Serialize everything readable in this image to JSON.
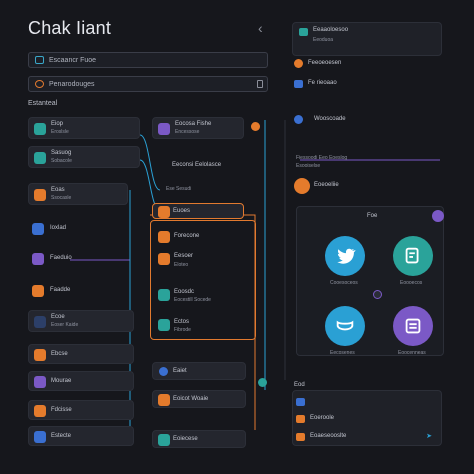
{
  "app": {
    "title": "Chak Iiant",
    "back_glyph": "‹",
    "search_placeholder": "Escaancr Fuoe",
    "filter_value": "Penarodouges",
    "section_label": "Estanteal"
  },
  "left_list": [
    {
      "label": "Eiop",
      "sub": "Eroslsle",
      "color": "#2aa39a"
    },
    {
      "label": "Sasuog",
      "sub": "Sobacole",
      "color": "#2aa39a"
    },
    {
      "label": "Eoas",
      "sub": "Ssocasle",
      "color": "#e47b2c"
    },
    {
      "label": "Ioxlad",
      "sub": "",
      "color": "#3a6fd1"
    },
    {
      "label": "Faeduio",
      "sub": "",
      "color": "#7b59c6"
    },
    {
      "label": "Faadde",
      "sub": "",
      "color": "#e47b2c"
    },
    {
      "label": "Ecoe",
      "sub": "Eoser Kaide",
      "color": "#2c3f68"
    },
    {
      "label": "Ebcse",
      "sub": "",
      "color": "#e47b2c"
    },
    {
      "label": "Mourae",
      "sub": "",
      "color": "#7b59c6"
    },
    {
      "label": "Fdcisse",
      "sub": "",
      "color": "#e47b2c"
    },
    {
      "label": "Estecte",
      "sub": "",
      "color": "#3a6fd1"
    }
  ],
  "mid_list": [
    {
      "label": "Eocosa Fishe",
      "sub": "Encessose",
      "color": "#7b59c6"
    },
    {
      "label": "Eeconsi Eelolasce",
      "sub": "",
      "color": "#e47b2c"
    },
    {
      "label": "Ese Sesudi",
      "sub": "",
      "color": "#2aa39a"
    },
    {
      "label": "Euoes",
      "sub": "",
      "color": "#e47b2c"
    },
    {
      "label": "Forecone",
      "sub": "",
      "color": "#e47b2c"
    },
    {
      "label": "Eesoer",
      "sub": "Eloteo",
      "color": "#e47b2c"
    },
    {
      "label": "Eoosdc",
      "sub": "Eocestill Socede",
      "color": "#2aa39a"
    },
    {
      "label": "Ectos",
      "sub": "Fibrode",
      "color": "#2aa39a"
    },
    {
      "label": "Eaiet",
      "sub": "",
      "color": "#3a6fd1"
    },
    {
      "label": "Eoicot Woaie",
      "sub": "",
      "color": "#e47b2c"
    },
    {
      "label": "Eoiecese",
      "sub": "",
      "color": "#2aa39a"
    }
  ],
  "right_top": [
    {
      "label": "Eeaaoloesoo",
      "sub": "Eeoduoa",
      "color": "#2aa39a"
    },
    {
      "label": "Feeoeoesen",
      "color": "#e47b2c"
    },
    {
      "label": "Fe rieoaao",
      "color": "#3a6fd1"
    },
    {
      "label": "Wooscoade",
      "color": "#3a6fd1"
    },
    {
      "label": "Fiessoodi Eeo Eoeslog",
      "sub": "Esooiselse",
      "color": "#7b59c6"
    },
    {
      "label": "Eoeoeliie",
      "color": "#e47b2c"
    }
  ],
  "diagram": {
    "header": "Foe",
    "nodes": [
      {
        "name": "twitter",
        "label": "Cooesoceos",
        "color": "#2aa0d4"
      },
      {
        "name": "notes",
        "label": "Eoooecos",
        "color": "#2aa39a"
      },
      {
        "name": "mask",
        "label": "Eecosenes",
        "color": "#2aa0d4"
      },
      {
        "name": "grid",
        "label": "Eoocenneas",
        "color": "#7b59c6"
      }
    ]
  },
  "bottom_right": {
    "label": "Eod",
    "items": [
      {
        "label": "",
        "color": "#3a6fd1"
      },
      {
        "label": "Eoeroole",
        "color": "#e47b2c"
      },
      {
        "label": "Eoaeseooslte",
        "color": "#e47b2c"
      }
    ]
  }
}
